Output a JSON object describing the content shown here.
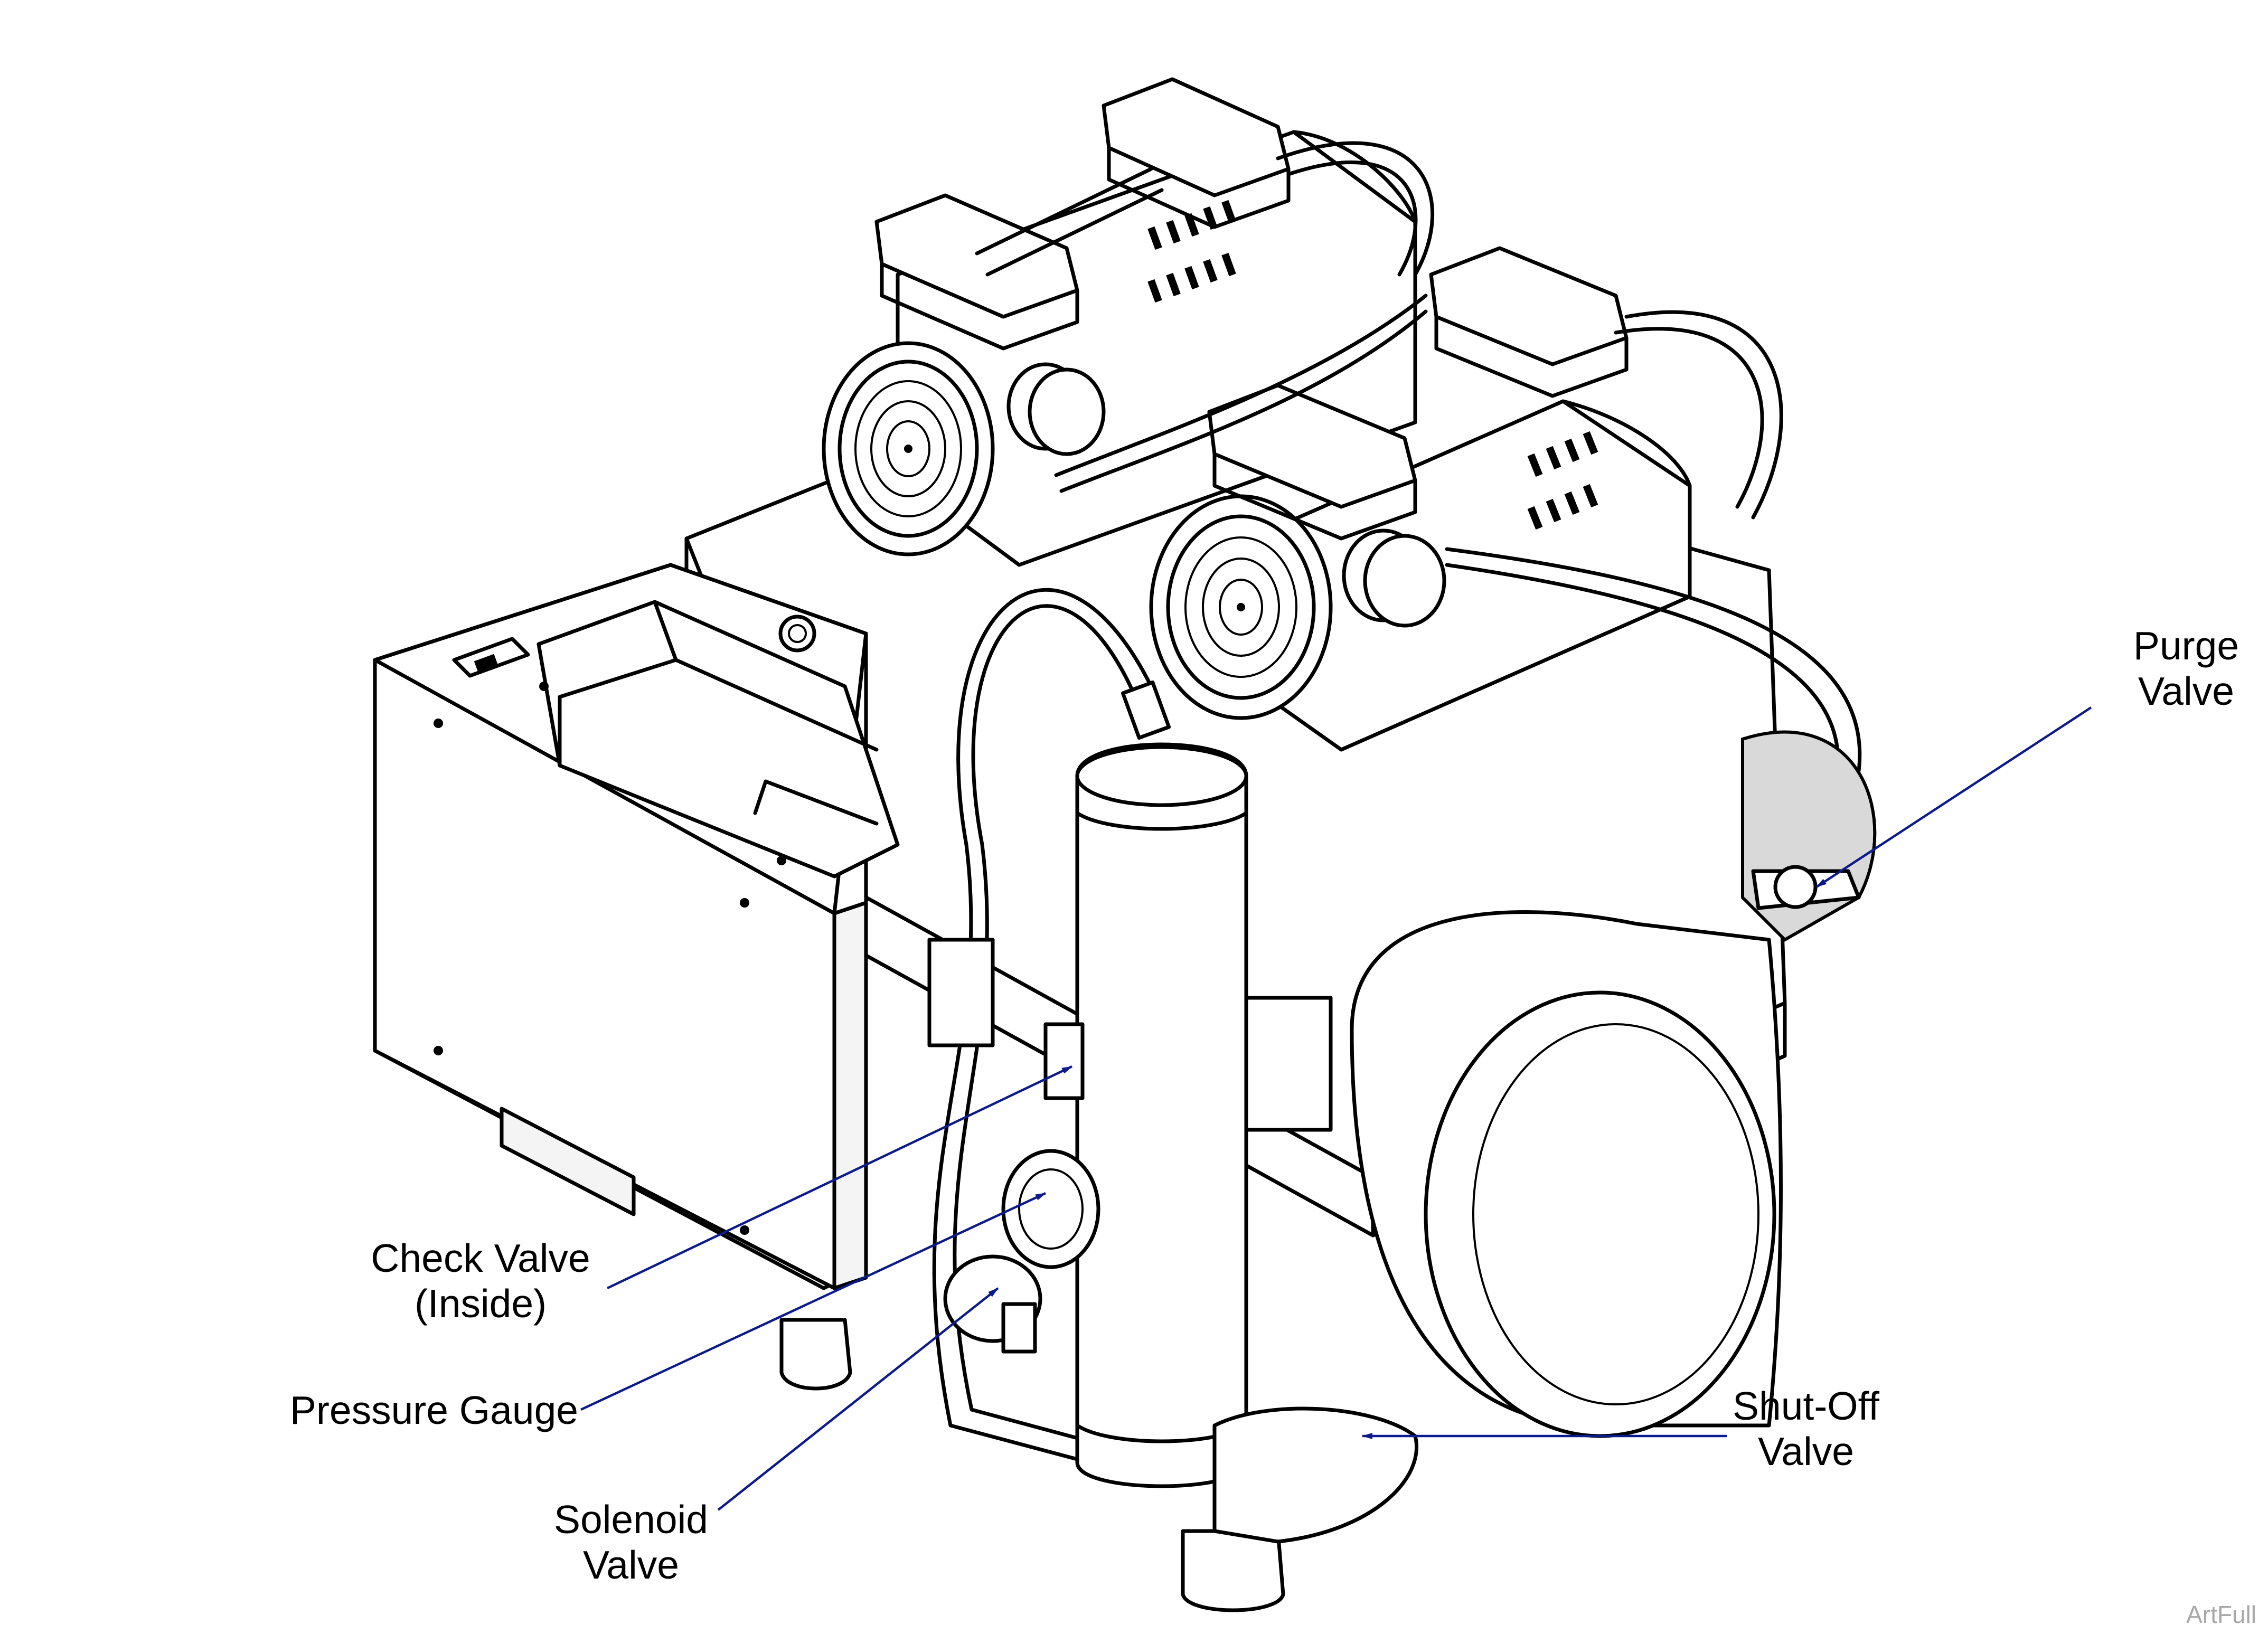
{
  "callouts": {
    "purge_valve": [
      "Purge",
      "Valve"
    ],
    "check_valve": [
      "Check Valve",
      "(Inside)"
    ],
    "pressure_gauge": [
      "Pressure Gauge"
    ],
    "shut_off_valve": [
      "Shut-Off",
      "Valve"
    ],
    "solenoid_valve": [
      "Solenoid",
      "Valve"
    ]
  },
  "watermark": "ArtFull",
  "colors": {
    "leader_line": "#0b1a8c",
    "line_art": "#000000",
    "background": "#ffffff",
    "watermark": "#a8a8a8"
  }
}
